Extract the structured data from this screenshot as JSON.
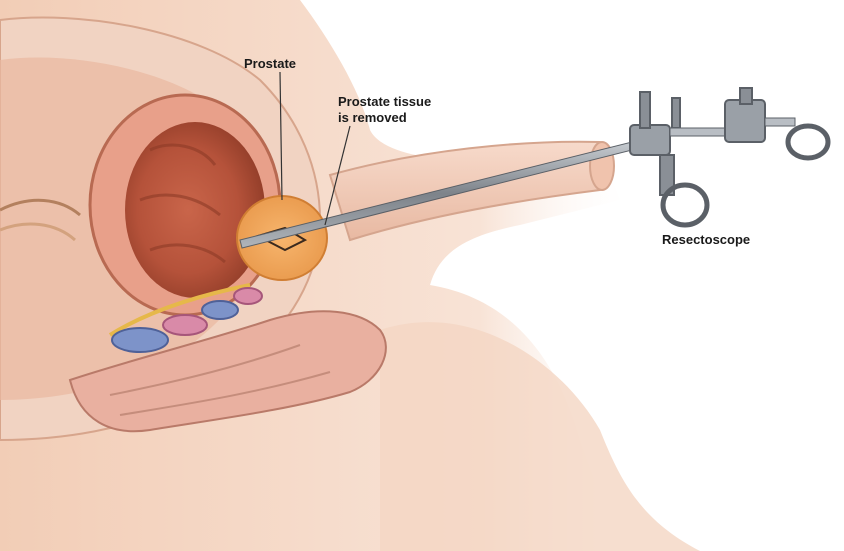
{
  "labels": {
    "prostate": "Prostate",
    "tissue_removed": "Prostate tissue\nis removed",
    "resectoscope": "Resectoscope"
  },
  "colors": {
    "skin": "#f3d2bd",
    "skin_shadow": "#e0ab92",
    "bladder_wall": "#d9876c",
    "bladder_inner": "#b5523a",
    "prostate": "#f3a55c",
    "rectum": "#e9b0a0",
    "instrument": "#8a8f96",
    "outline": "#6b4b3e"
  },
  "icons": [
    "resectoscope-handle-icon"
  ]
}
